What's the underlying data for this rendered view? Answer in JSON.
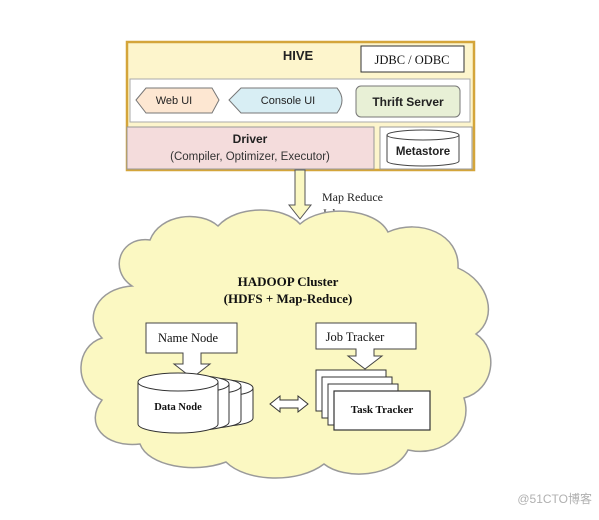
{
  "hive": {
    "title": "HIVE",
    "jdbc_odbc": "JDBC / ODBC",
    "web_ui": "Web UI",
    "console_ui": "Console UI",
    "thrift_server": "Thrift Server",
    "driver_title": "Driver",
    "driver_subtitle": "(Compiler, Optimizer, Executor)",
    "metastore": "Metastore"
  },
  "arrow_label": {
    "line1": "Map Reduce",
    "line2": "Job"
  },
  "cluster": {
    "title": "HADOOP Cluster",
    "subtitle": "(HDFS + Map-Reduce)",
    "name_node": "Name Node",
    "job_tracker": "Job Tracker",
    "data_node": "Data Node",
    "task_tracker": "Task Tracker"
  },
  "watermark": "@51CTO博客",
  "colors": {
    "hive_fill": "#fdf5cc",
    "hive_border": "#d4a53a",
    "web_ui_fill": "#fde7d2",
    "console_ui_fill": "#d8eef4",
    "thrift_fill": "#e8f0d6",
    "driver_fill": "#f4dcdc",
    "cloud_fill": "#fbf8c2",
    "arrow_fill": "#fbf8c2"
  }
}
